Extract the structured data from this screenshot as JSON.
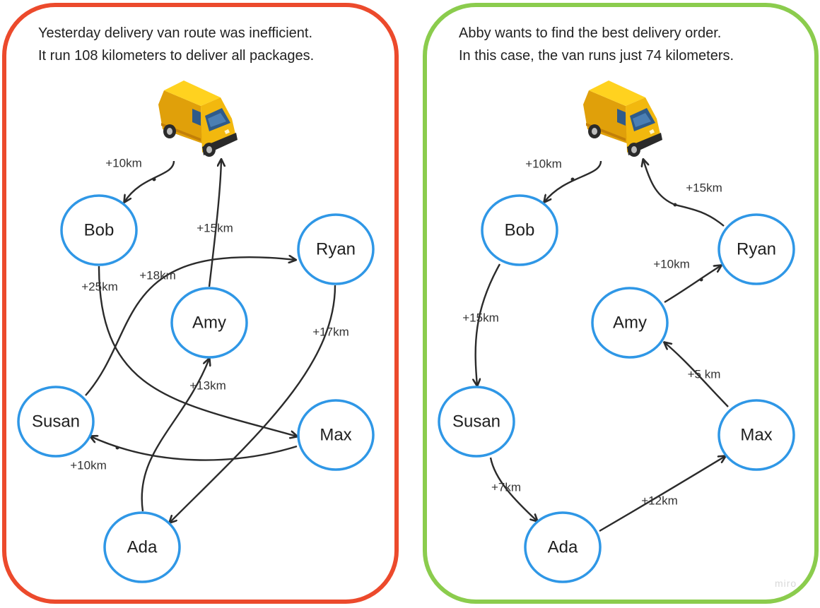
{
  "left": {
    "caption_line1": "Yesterday delivery van route was inefficient.",
    "caption_line2": "It run 108 kilometers to deliver all packages.",
    "border_color": "#ec4a2c",
    "nodes": [
      "Bob",
      "Ryan",
      "Amy",
      "Susan",
      "Max",
      "Ada"
    ],
    "edges": [
      {
        "from": "Van",
        "to": "Bob",
        "label": "+10km"
      },
      {
        "from": "Bob",
        "to": "Max",
        "label": "+25km"
      },
      {
        "from": "Max",
        "to": "Susan",
        "label": "+10km"
      },
      {
        "from": "Susan",
        "to": "Ryan",
        "label": "+18km"
      },
      {
        "from": "Ryan",
        "to": "Ada",
        "label": "+17km"
      },
      {
        "from": "Ada",
        "to": "Amy",
        "label": "+13km"
      },
      {
        "from": "Amy",
        "to": "Van",
        "label": "+15km"
      }
    ]
  },
  "right": {
    "caption_line1": "Abby wants to find the best delivery order.",
    "caption_line2": "In this case, the van runs just 74 kilometers.",
    "border_color": "#8bcc4d",
    "nodes": [
      "Bob",
      "Ryan",
      "Amy",
      "Susan",
      "Max",
      "Ada"
    ],
    "edges": [
      {
        "from": "Van",
        "to": "Bob",
        "label": "+10km"
      },
      {
        "from": "Bob",
        "to": "Susan",
        "label": "+15km"
      },
      {
        "from": "Susan",
        "to": "Ada",
        "label": "+7km"
      },
      {
        "from": "Ada",
        "to": "Max",
        "label": "+12km"
      },
      {
        "from": "Max",
        "to": "Amy",
        "label": "+5 km"
      },
      {
        "from": "Amy",
        "to": "Ryan",
        "label": "+10km"
      },
      {
        "from": "Ryan",
        "to": "Van",
        "label": "+15km"
      }
    ]
  },
  "node_stroke_color": "#2f97e6",
  "edge_color": "#2b2b2b",
  "van_body_color": "#f5b80a",
  "icons": [
    "delivery-van-icon"
  ],
  "watermark": "miro"
}
